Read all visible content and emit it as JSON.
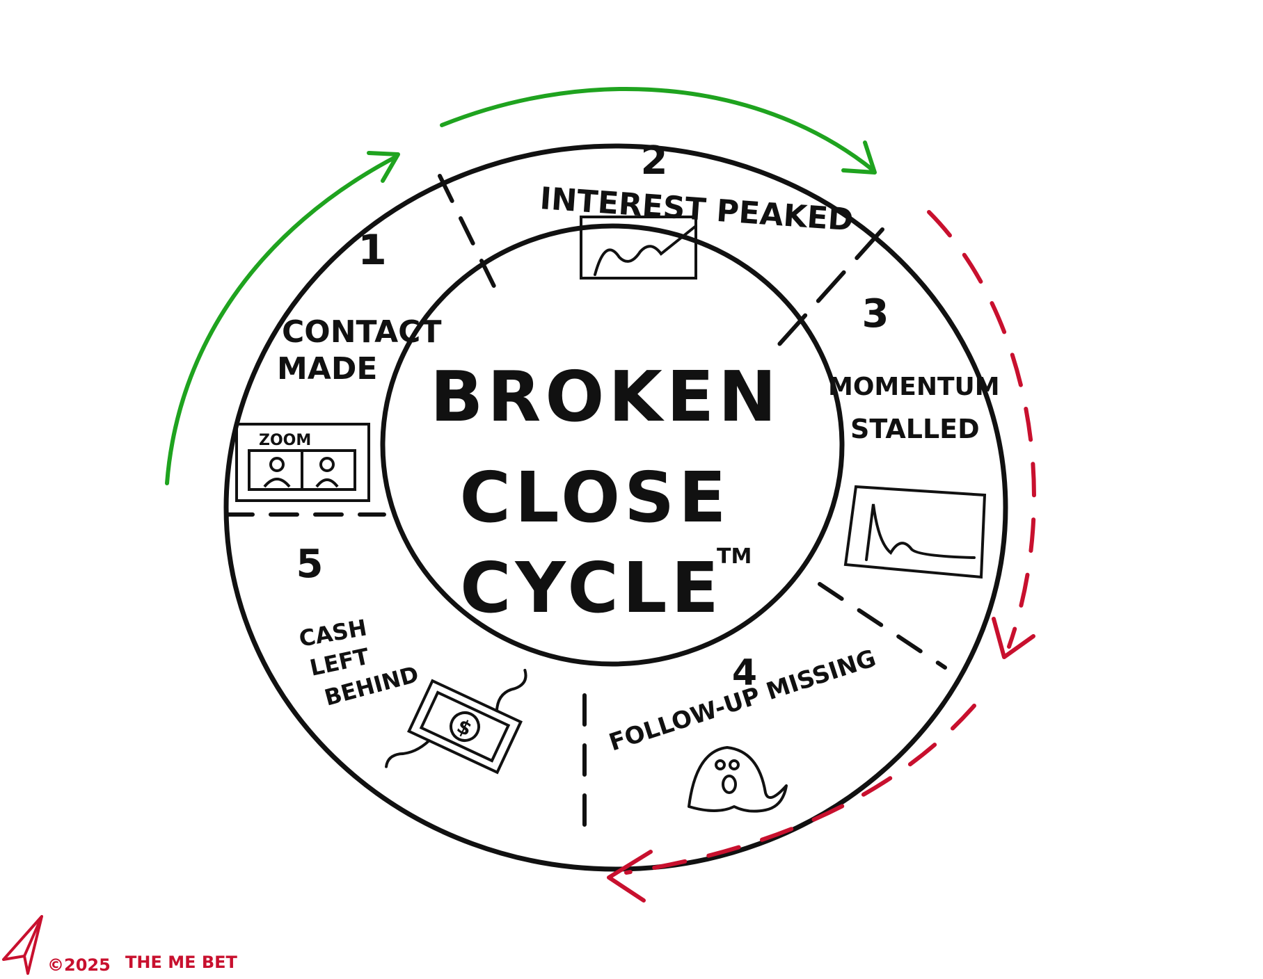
{
  "title": {
    "line1": "BROKEN",
    "line2": "CLOSE",
    "line3": "CYCLE",
    "mark": "TM"
  },
  "stages": [
    {
      "number": "1",
      "label_lines": [
        "CONTACT",
        "MADE"
      ],
      "icon": "zoom-call-icon",
      "icon_text": "ZOOM"
    },
    {
      "number": "2",
      "label_lines": [
        "INTEREST PEAKED"
      ],
      "icon": "rising-chart-icon"
    },
    {
      "number": "3",
      "label_lines": [
        "MOMENTUM",
        "STALLED"
      ],
      "icon": "spike-drop-chart-icon"
    },
    {
      "number": "4",
      "label_lines": [
        "FOLLOW-UP MISSING"
      ],
      "icon": "ghost-icon"
    },
    {
      "number": "5",
      "label_lines": [
        "CASH",
        "LEFT",
        "BEHIND"
      ],
      "icon": "flying-money-icon",
      "icon_text": "$"
    }
  ],
  "arrows": {
    "progress_color": "#1fa31f",
    "decline_color": "#c8102e"
  },
  "footer": {
    "copyright": "©2025",
    "brand": "THE ME BET",
    "color": "#c8102e",
    "icon": "paper-plane-icon"
  }
}
